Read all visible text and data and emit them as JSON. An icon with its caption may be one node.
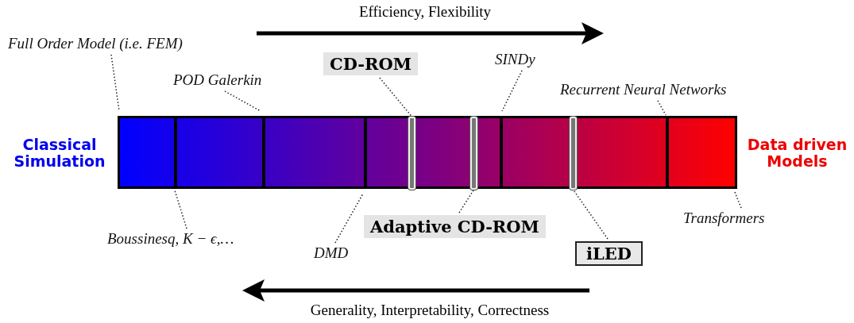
{
  "diagram": {
    "nodes": [
      {
        "text": [
          "Classical Simulation"
        ]
      },
      {
        "text": [
          "Data driven Models"
        ]
      },
      {
        "text": [
          "Full Order Model (i.e. FEM)"
        ]
      },
      {
        "text": [
          "POD Galerkin"
        ]
      },
      {
        "text": [
          "CD-ROM"
        ]
      },
      {
        "text": [
          "SINDy"
        ]
      },
      {
        "text": [
          "Recurrent Neural Networks"
        ]
      },
      {
        "text": [
          "Boussinesq, K − ϵ,…"
        ]
      },
      {
        "text": [
          "DMD"
        ]
      },
      {
        "text": [
          "Adaptive CD-ROM"
        ]
      },
      {
        "text": [
          "iLED"
        ]
      },
      {
        "text": [
          "Transformers"
        ]
      },
      {
        "text": [],
        "shape": "bar"
      },
      {
        "text": [],
        "shape": "bar"
      },
      {
        "text": [],
        "shape": "bar"
      }
    ],
    "edges": [
      {
        "from": 2,
        "to": null,
        "arrow": "none"
      },
      {
        "from": 3,
        "to": null,
        "arrow": "none"
      },
      {
        "from": 4,
        "to": 12,
        "arrow": "none"
      },
      {
        "from": 5,
        "to": null,
        "arrow": "none"
      },
      {
        "from": 6,
        "to": null,
        "arrow": "none"
      },
      {
        "from": 7,
        "to": null,
        "arrow": "none"
      },
      {
        "from": 8,
        "to": null,
        "arrow": "none"
      },
      {
        "from": 9,
        "to": 13,
        "arrow": "none"
      },
      {
        "from": 10,
        "to": 14,
        "arrow": "none"
      },
      {
        "from": 11,
        "to": null,
        "arrow": "none"
      }
    ],
    "labels": [
      "Efficiency, Flexibility",
      "Generality, Interpretability, Correctness"
    ]
  }
}
